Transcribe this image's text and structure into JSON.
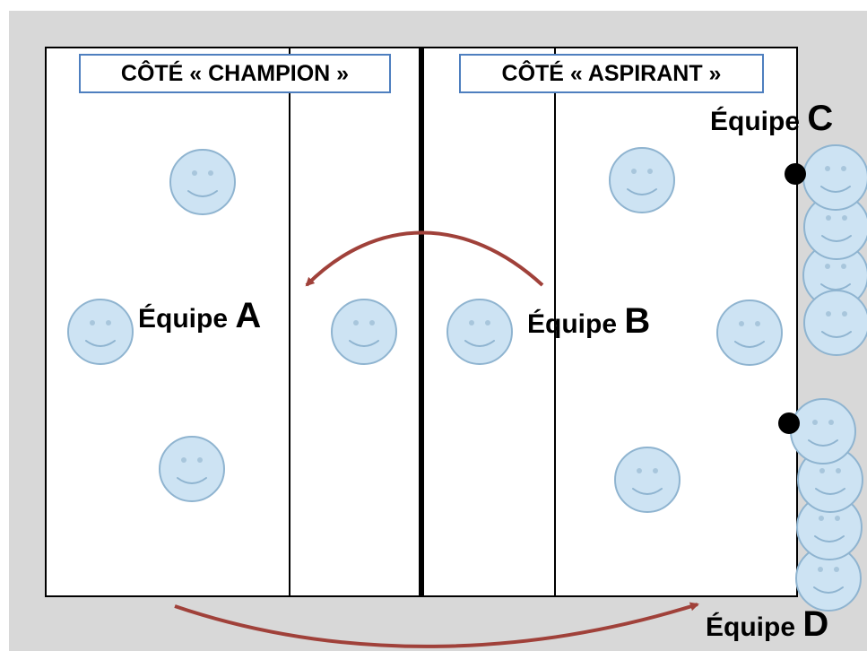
{
  "sides": {
    "champion": "CÔTÉ « CHAMPION »",
    "aspirant": "CÔTÉ « ASPIRANT »"
  },
  "teams": {
    "a": {
      "prefix": "Équipe ",
      "letter": "A"
    },
    "b": {
      "prefix": "Équipe ",
      "letter": "B"
    },
    "c": {
      "prefix": "Équipe ",
      "letter": "C"
    },
    "d": {
      "prefix": "Équipe ",
      "letter": "D"
    }
  },
  "colors": {
    "court_line": "#000000",
    "side_label_border": "#4e7fbf",
    "arrow": "#a0413a",
    "player_fill": "#cde3f3",
    "background": "#d8d8d8"
  },
  "icons": {
    "player": "smiley-face-icon",
    "entry_point": "black-dot-icon"
  }
}
